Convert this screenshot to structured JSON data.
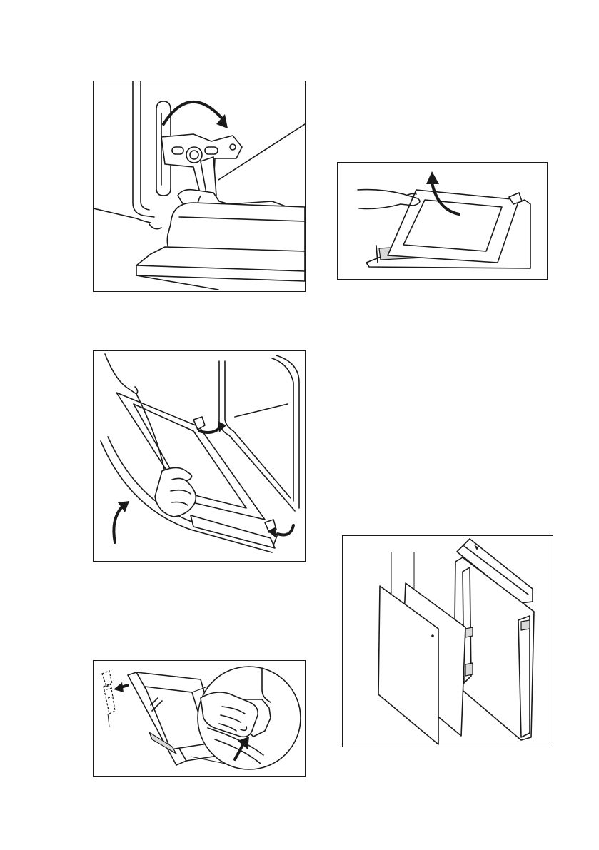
{
  "figures": [
    {
      "id": "hinge-lever-rotate",
      "icons": [
        "hinge-lever-icon",
        "rotate-arrow-icon"
      ]
    },
    {
      "id": "remove-door-frame",
      "icons": [
        "door-frame-icon",
        "lift-arrow-icon"
      ]
    },
    {
      "id": "lift-door-off",
      "icons": [
        "oven-door-icon",
        "rotate-arrow-icon"
      ]
    },
    {
      "id": "glass-panels-exploded",
      "icons": [
        "glass-panel-icon",
        "door-trim-icon"
      ]
    },
    {
      "id": "pull-door-trim",
      "icons": [
        "door-trim-icon",
        "magnifier-detail-icon"
      ]
    }
  ]
}
